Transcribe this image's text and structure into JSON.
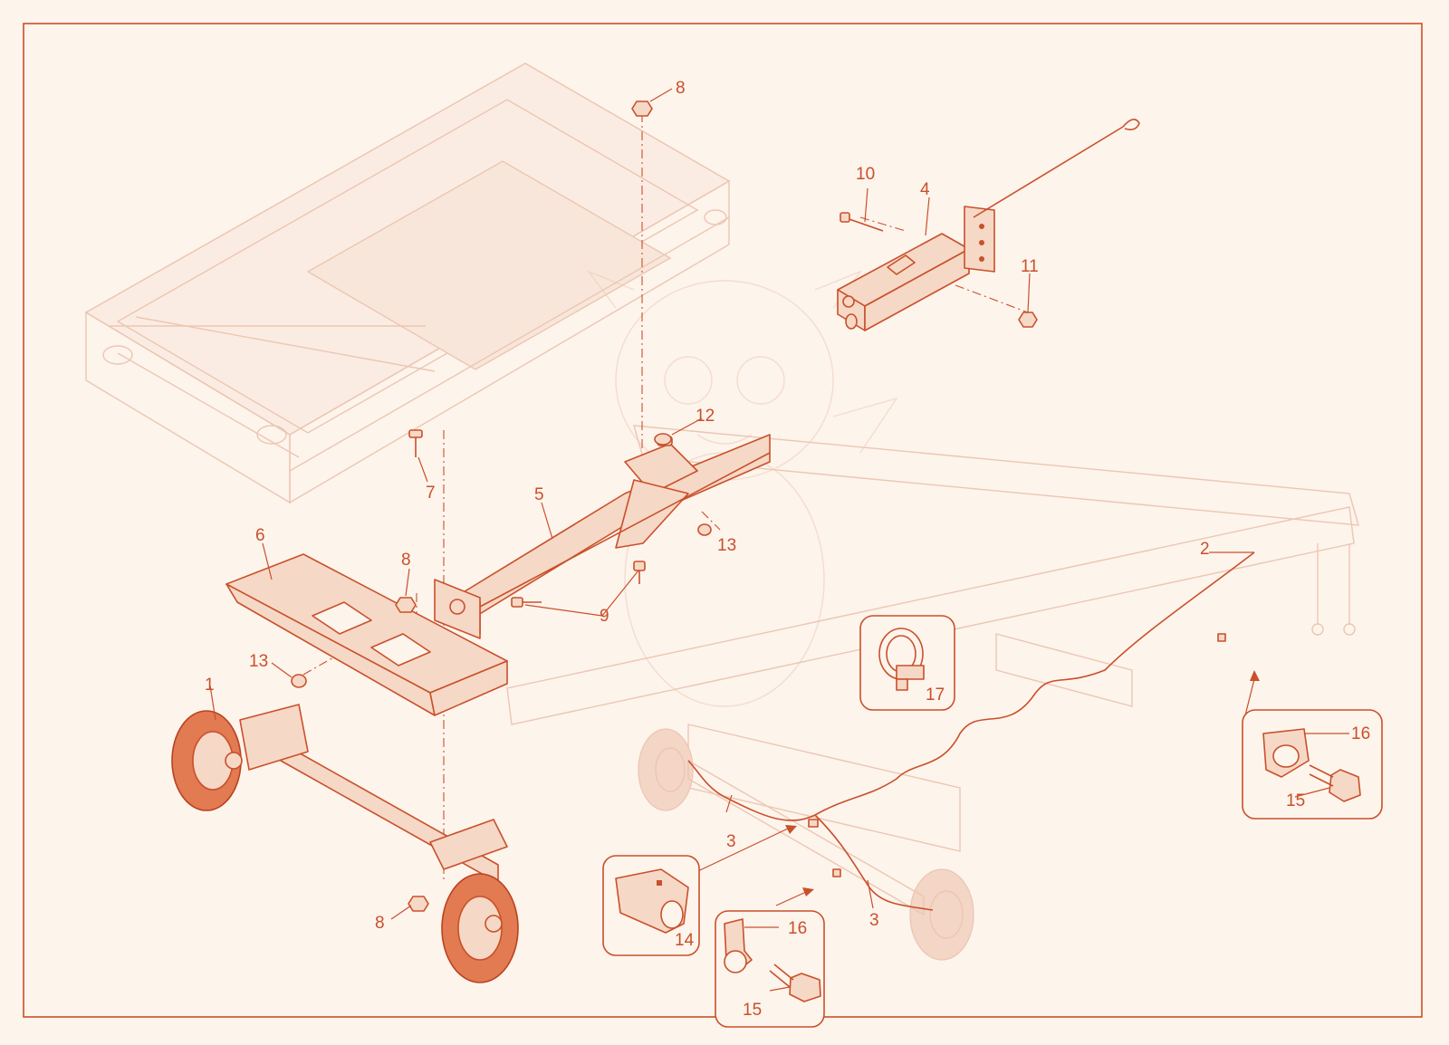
{
  "diagram": {
    "colors": {
      "accent": "#c9502a",
      "faint": "#ecc6b2",
      "background": "#fdf4ec"
    },
    "part_labels": [
      {
        "id": "label-1",
        "text": "1"
      },
      {
        "id": "label-2",
        "text": "2"
      },
      {
        "id": "label-3a",
        "text": "3"
      },
      {
        "id": "label-3b",
        "text": "3"
      },
      {
        "id": "label-4",
        "text": "4"
      },
      {
        "id": "label-5",
        "text": "5"
      },
      {
        "id": "label-6",
        "text": "6"
      },
      {
        "id": "label-7",
        "text": "7"
      },
      {
        "id": "label-8a",
        "text": "8"
      },
      {
        "id": "label-8b",
        "text": "8"
      },
      {
        "id": "label-8c",
        "text": "8"
      },
      {
        "id": "label-9",
        "text": "9"
      },
      {
        "id": "label-10",
        "text": "10"
      },
      {
        "id": "label-11",
        "text": "11"
      },
      {
        "id": "label-12",
        "text": "12"
      },
      {
        "id": "label-13a",
        "text": "13"
      },
      {
        "id": "label-13b",
        "text": "13"
      },
      {
        "id": "label-14",
        "text": "14"
      },
      {
        "id": "label-15a",
        "text": "15"
      },
      {
        "id": "label-15b",
        "text": "15"
      },
      {
        "id": "label-16a",
        "text": "16"
      },
      {
        "id": "label-16b",
        "text": "16"
      },
      {
        "id": "label-17",
        "text": "17"
      }
    ]
  }
}
